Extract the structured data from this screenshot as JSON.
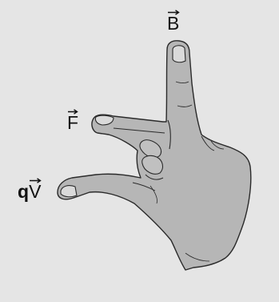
{
  "diagram": {
    "labels": {
      "magnetic_field": "B",
      "force": "F",
      "charge_prefix": "q",
      "velocity": "V"
    },
    "colors": {
      "background": "#e5e5e5",
      "hand_fill": "#b6b6b6",
      "outline": "#2a2a2a",
      "text": "#111111"
    },
    "icons": {
      "hand": "left-hand-icon",
      "vector_arrow": "vector-arrow-icon"
    }
  }
}
